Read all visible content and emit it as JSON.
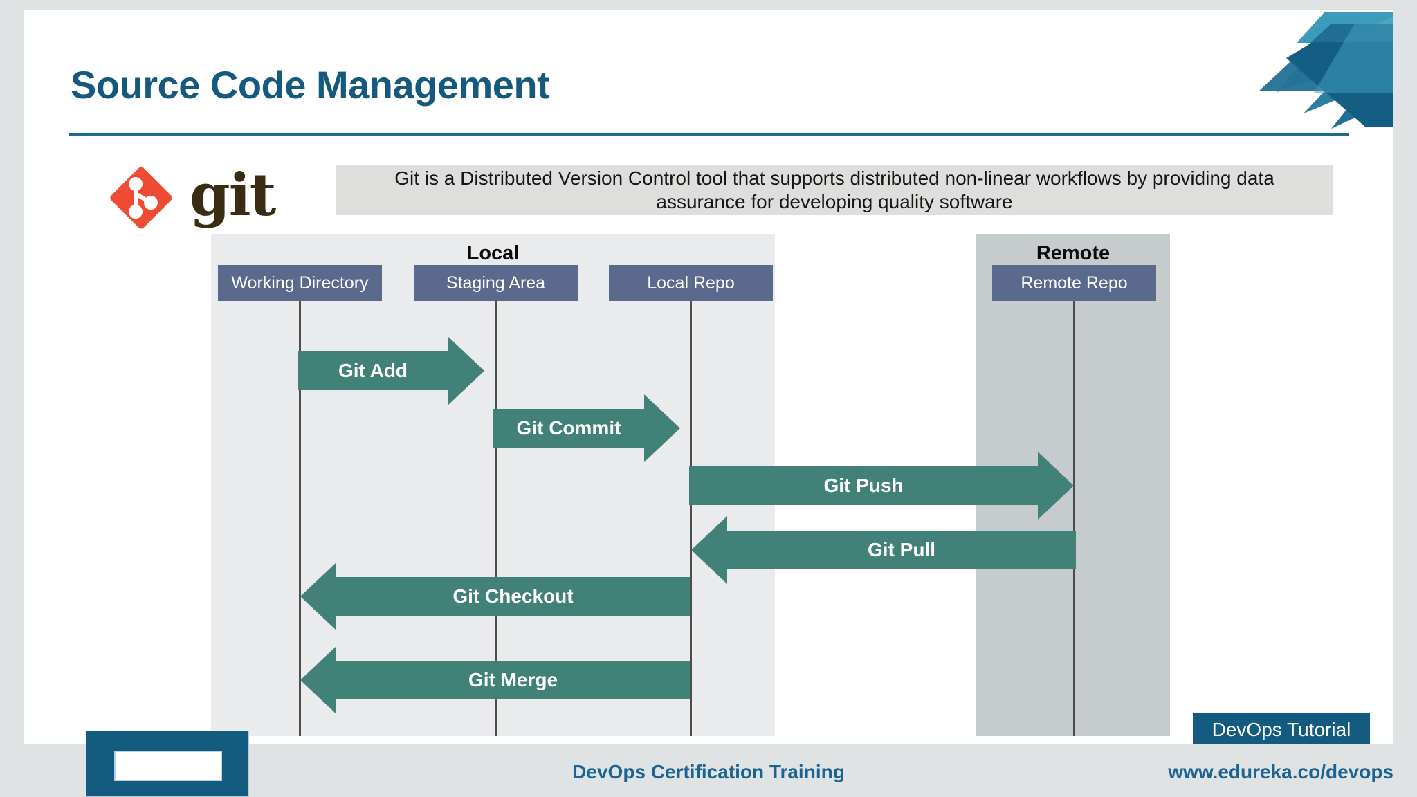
{
  "slide": {
    "title": "Source Code Management",
    "description": "Git is a Distributed Version Control tool that supports distributed non-linear workflows by providing data assurance for developing quality software",
    "logo": {
      "wordmark": "git",
      "diamond_color": "#ef4b33",
      "wordmark_color": "#3a2c12",
      "icon": "git-branch-icon"
    }
  },
  "colors": {
    "title": "#15597e",
    "rule": "#1d6a91",
    "banner_bg": "#dededc",
    "local_panel_bg": "#e9ebed",
    "remote_panel_bg": "#c6cbce",
    "node_box": "#5b6a8c",
    "arrow": "#428177",
    "lifeline": "#4d4d4d",
    "badge_bg": "#145b80",
    "footer_text": "#1b6392",
    "page_bg": "#dfe3e3"
  },
  "diagram": {
    "panels": [
      {
        "id": "local",
        "title": "Local"
      },
      {
        "id": "remote",
        "title": "Remote"
      }
    ],
    "nodes": [
      {
        "id": "working-directory",
        "label": "Working Directory"
      },
      {
        "id": "staging-area",
        "label": "Staging Area"
      },
      {
        "id": "local-repo",
        "label": "Local Repo"
      },
      {
        "id": "remote-repo",
        "label": "Remote Repo"
      }
    ],
    "arrows": [
      {
        "id": "git-add",
        "label": "Git Add",
        "direction": "right",
        "from": "working-directory",
        "to": "staging-area"
      },
      {
        "id": "git-commit",
        "label": "Git Commit",
        "direction": "right",
        "from": "staging-area",
        "to": "local-repo"
      },
      {
        "id": "git-push",
        "label": "Git Push",
        "direction": "right",
        "from": "local-repo",
        "to": "remote-repo"
      },
      {
        "id": "git-pull",
        "label": "Git Pull",
        "direction": "left",
        "from": "remote-repo",
        "to": "local-repo"
      },
      {
        "id": "git-checkout",
        "label": "Git Checkout",
        "direction": "left",
        "from": "local-repo",
        "to": "working-directory"
      },
      {
        "id": "git-merge",
        "label": "Git Merge",
        "direction": "left",
        "from": "local-repo",
        "to": "working-directory"
      }
    ]
  },
  "badge": {
    "label": "DevOps Tutorial"
  },
  "footer": {
    "center": "DevOps Certification Training",
    "url": "www.edureka.co/devops"
  }
}
